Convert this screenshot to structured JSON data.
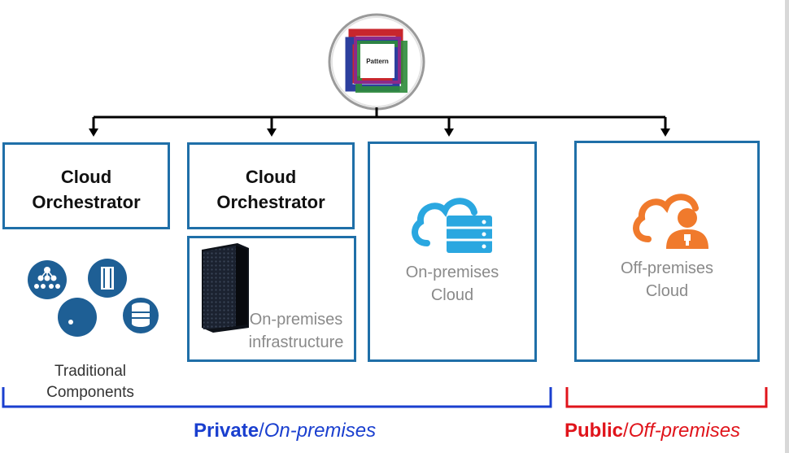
{
  "pattern": {
    "label": "Pattern"
  },
  "boxes": {
    "orch1": {
      "line1": "Cloud",
      "line2": "Orchestrator"
    },
    "orch2": {
      "line1": "Cloud",
      "line2": "Orchestrator"
    },
    "infra": {
      "line1": "On-premises",
      "line2": "infrastructure"
    },
    "onprem_cloud": {
      "line1": "On-premises",
      "line2": "Cloud"
    },
    "offprem_cloud": {
      "line1": "Off-premises",
      "line2": "Cloud"
    }
  },
  "traditional": {
    "line1": "Traditional",
    "line2": "Components"
  },
  "groups": {
    "private": {
      "bold": "Private",
      "sep": "/",
      "italic": "On-premises",
      "color": "#1a3fcf"
    },
    "public": {
      "bold": "Public",
      "sep": "/",
      "italic": "Off-premises",
      "color": "#e0141b"
    }
  },
  "colors": {
    "box_border": "#1f6fa8",
    "cloud_blue": "#2aa7e0",
    "cloud_orange": "#f07a2c",
    "component_blue": "#1e5f95"
  }
}
